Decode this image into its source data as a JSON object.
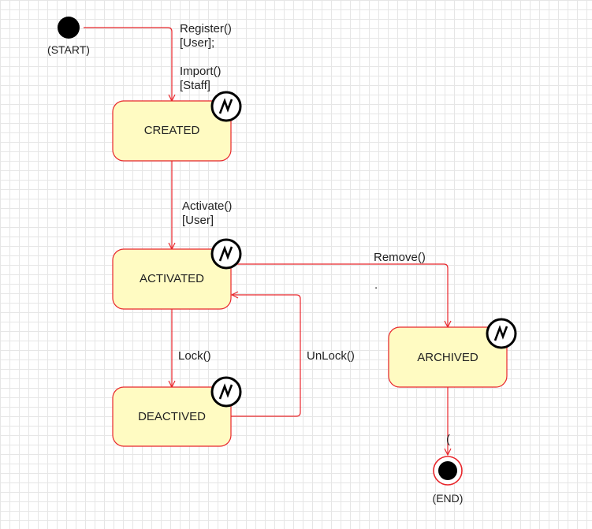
{
  "diagram": {
    "colors": {
      "line": "#e8262b",
      "state_fill": "#fffbc2",
      "state_stroke": "#e8262b",
      "node_fill": "#000000",
      "icon_fill": "#ffffff",
      "icon_stroke": "#000000"
    },
    "start": {
      "label": "(START)"
    },
    "end": {
      "label": "(END)"
    },
    "states": {
      "created": {
        "label": "CREATED",
        "icon": "lightning-icon"
      },
      "activated": {
        "label": "ACTIVATED",
        "icon": "lightning-icon"
      },
      "deactived": {
        "label": "DEACTIVED",
        "icon": "lightning-icon"
      },
      "archived": {
        "label": "ARCHIVED",
        "icon": "lightning-icon"
      }
    },
    "transitions": {
      "register": {
        "line1": "Register()",
        "line2": "[User];"
      },
      "import": {
        "line1": "Import()",
        "line2": "[Staff]"
      },
      "activate": {
        "line1": "Activate()",
        "line2": "[User]"
      },
      "remove": {
        "line1": "Remove()",
        "line2": "."
      },
      "lock": {
        "line1": "Lock()"
      },
      "unlock": {
        "line1": "UnLock()"
      },
      "archive_end": {
        "line1": "("
      }
    }
  }
}
